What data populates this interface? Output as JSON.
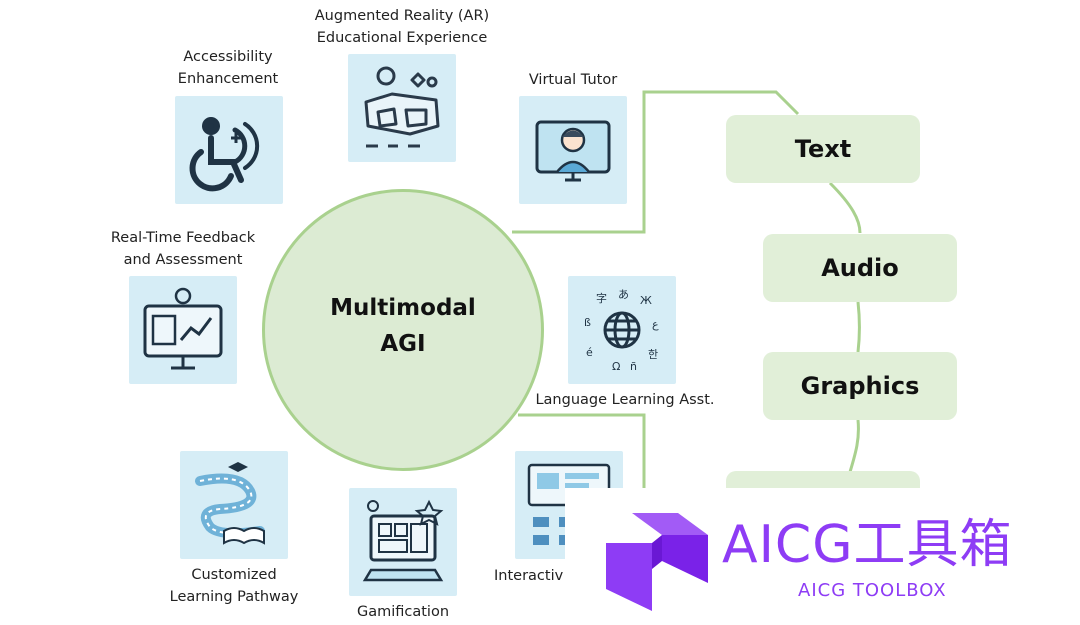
{
  "hub": {
    "title_line1": "Multimodal",
    "title_line2": "AGI"
  },
  "features": [
    {
      "label_line1": "Augmented Reality (AR)",
      "label_line2": "Educational Experience",
      "icon": "vr-headset-icon"
    },
    {
      "label_line1": "Accessibility",
      "label_line2": "Enhancement",
      "icon": "wheelchair-icon"
    },
    {
      "label_line1": "Virtual Tutor",
      "icon": "tutor-screen-icon"
    },
    {
      "label_line1": "Real-Time Feedback",
      "label_line2": "and Assessment",
      "icon": "dashboard-monitor-icon"
    },
    {
      "label_line1": "Language Learning Asst.",
      "icon": "globe-languages-icon"
    },
    {
      "label_line1": "Customized",
      "label_line2": "Learning Pathway",
      "icon": "pathway-icon"
    },
    {
      "label_line1": "Gamification",
      "icon": "game-computer-icon"
    },
    {
      "label_line1": "Interactiv",
      "icon": "classroom-icon"
    }
  ],
  "modalities": [
    "Text",
    "Audio",
    "Graphics"
  ],
  "colors": {
    "hub_fill": "#dcebd3",
    "hub_border": "#a9d18e",
    "pill_fill": "#e1efd8",
    "connector": "#a9d18e",
    "tile_bg": "#d6edf6",
    "watermark": "#8e3cf5"
  },
  "watermark": {
    "title": "AICG工具箱",
    "subtitle": "AICG TOOLBOX",
    "icon": "aicg-logo-icon"
  }
}
